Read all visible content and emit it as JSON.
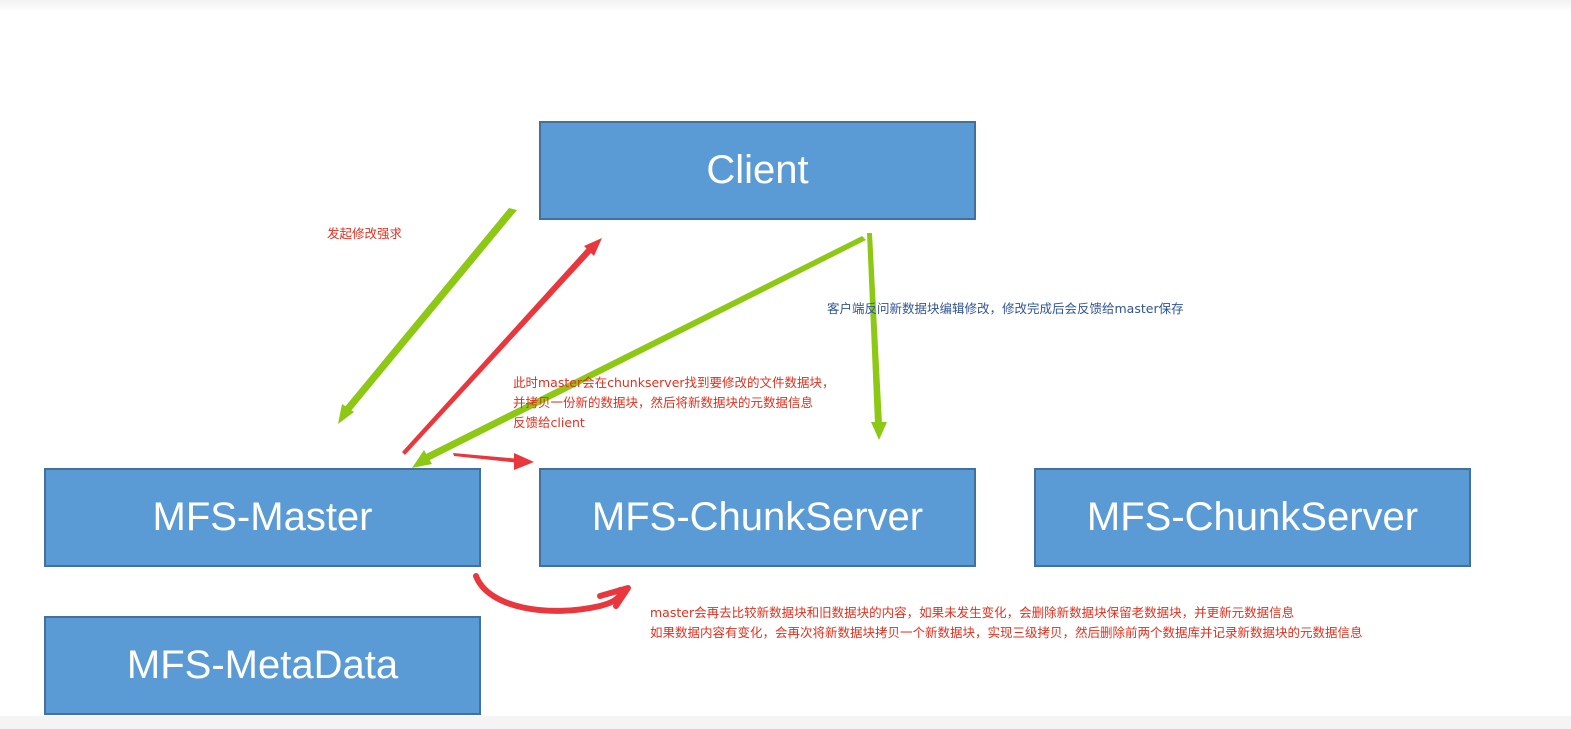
{
  "nodes": {
    "client": "Client",
    "master": "MFS-Master",
    "chunkserver_1": "MFS-ChunkServer",
    "chunkserver_2": "MFS-ChunkServer",
    "metadata": "MFS-MetaData"
  },
  "notes": {
    "request": "发起修改强求",
    "client_feedback": "客户端反问新数据块编辑修改，修改完成后会反馈给master保存",
    "master_find": [
      "此时master会在chunkserver找到要修改的文件数据块，",
      "并拷贝一份新的数据块，然后将新数据块的元数据信息",
      "反馈给client"
    ],
    "master_compare": [
      "master会再去比较新数据块和旧数据块的内容，如果未发生变化，会删除新数据块保留老数据块，并更新元数据信息",
      "如果数据内容有变化，会再次将新数据块拷贝一个新数据块，实现三级拷贝，然后删除前两个数据库并记录新数据块的元数据信息"
    ]
  },
  "colors": {
    "node_fill": "#5b9bd5",
    "node_border": "#41719c",
    "node_text": "#ffffff",
    "arrow_green": "#8cc814",
    "arrow_red": "#e8383d",
    "note_red": "#e0301e",
    "note_blue": "#2f5597"
  }
}
